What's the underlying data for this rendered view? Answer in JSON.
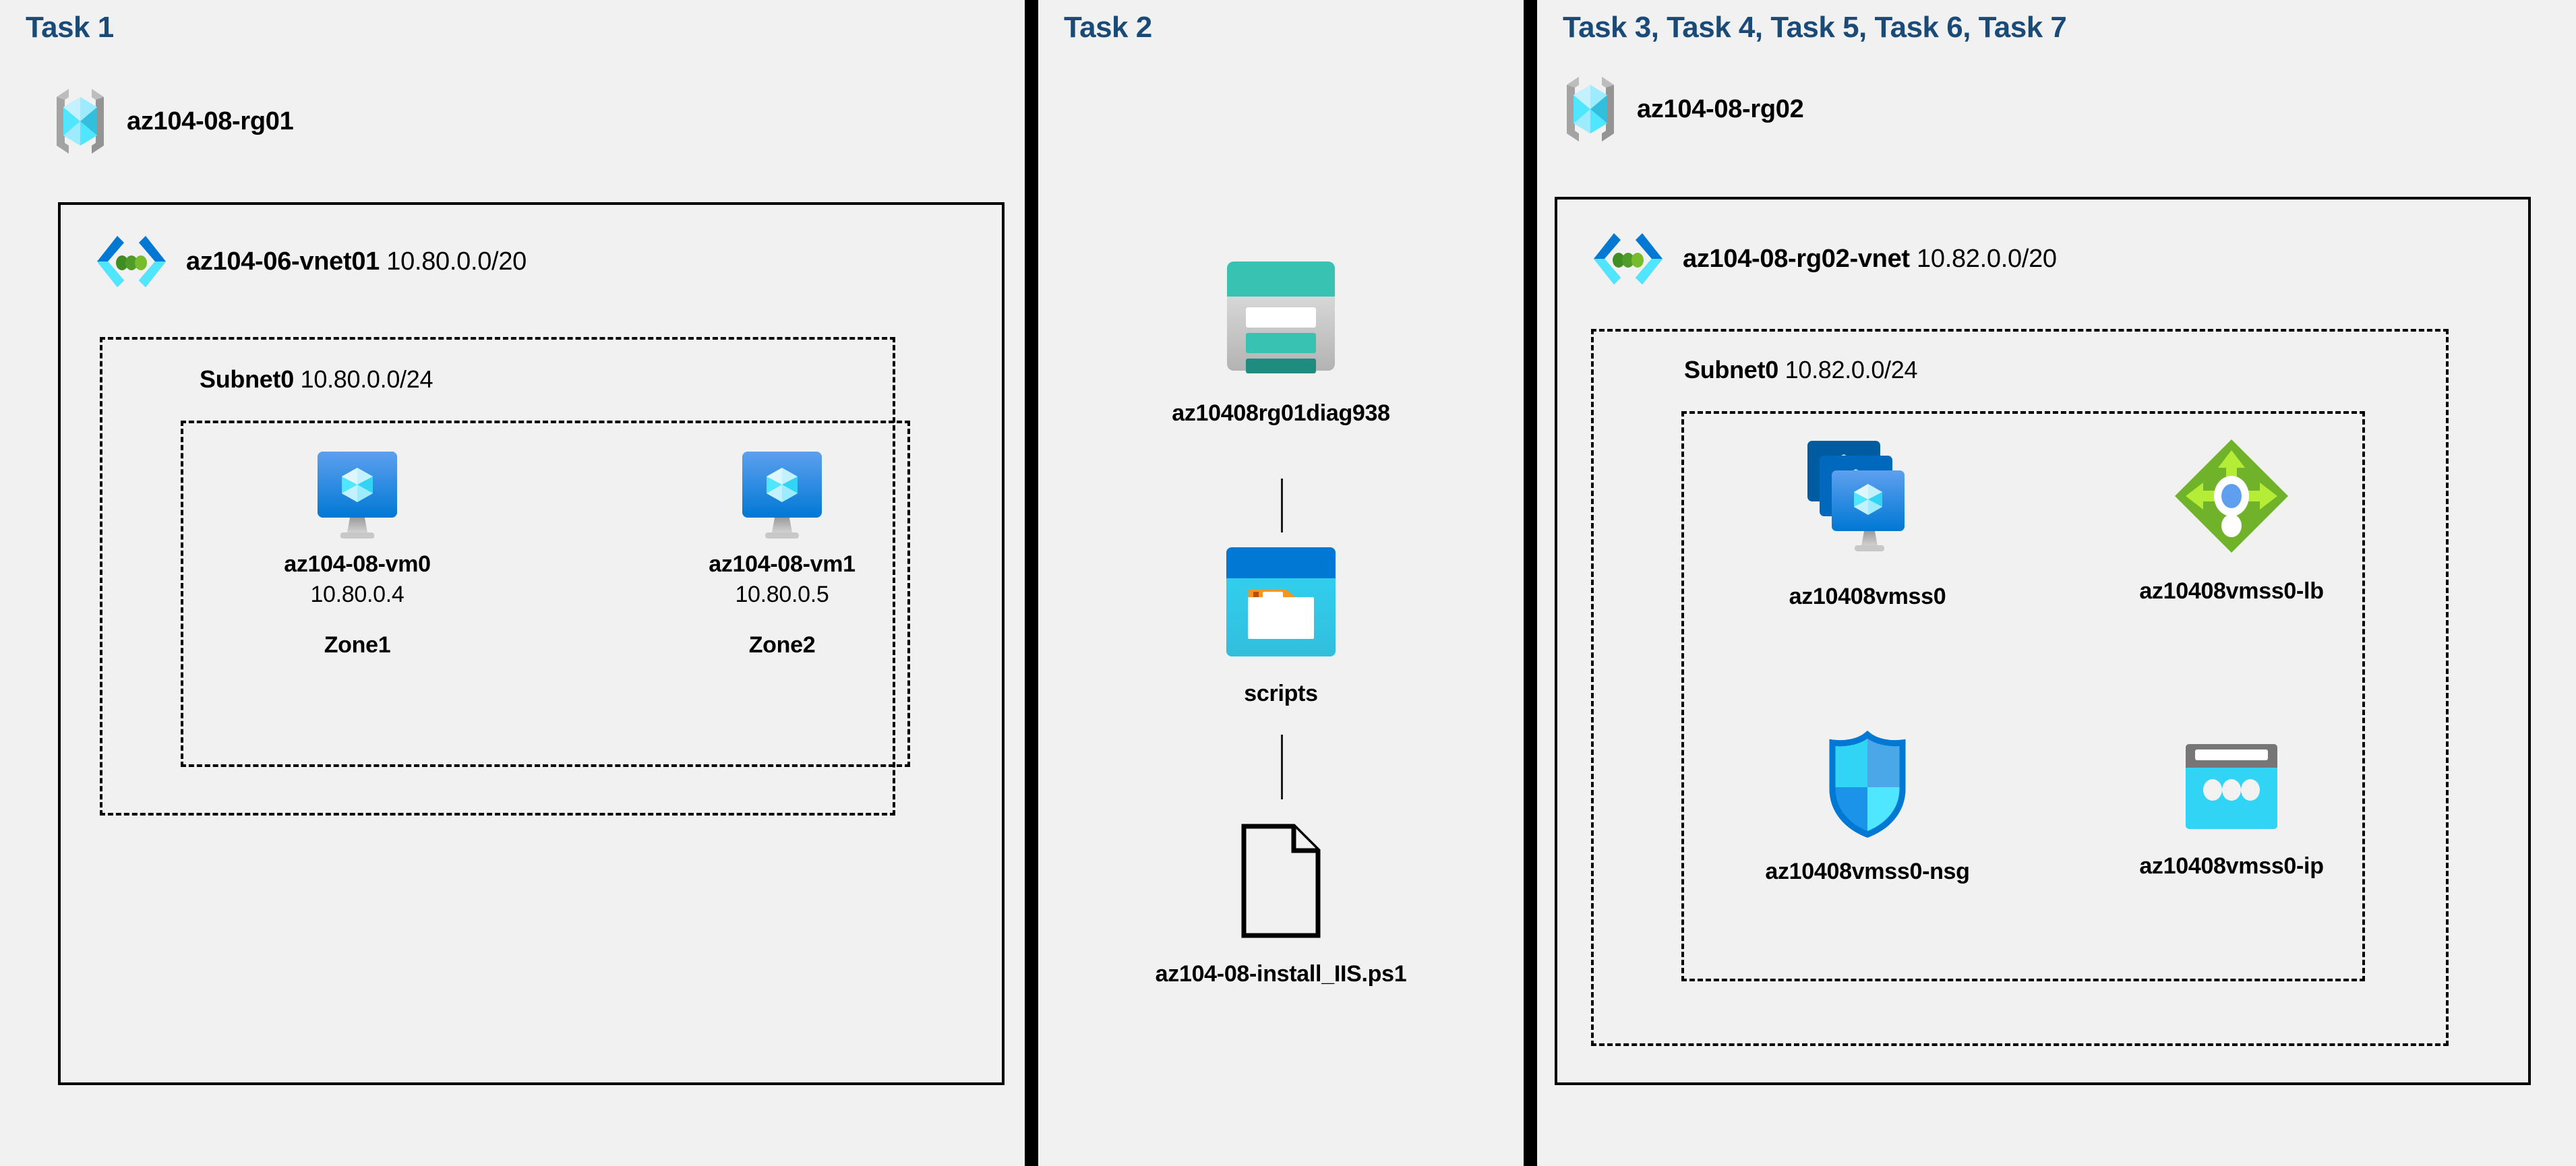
{
  "panels": [
    {
      "id": "task1",
      "title": "Task 1",
      "resource_group": {
        "name": "az104-08-rg01",
        "icon": "resource-group-icon"
      },
      "vnet": {
        "name": "az104-06-vnet01",
        "cidr": "10.80.0.0/20",
        "icon": "virtual-network-icon"
      },
      "subnet": {
        "name": "Subnet0",
        "cidr": "10.80.0.0/24"
      },
      "vms": [
        {
          "name": "az104-08-vm0",
          "ip": "10.80.0.4",
          "zone": "Zone1",
          "icon": "virtual-machine-icon"
        },
        {
          "name": "az104-08-vm1",
          "ip": "10.80.0.5",
          "zone": "Zone2",
          "icon": "virtual-machine-icon"
        }
      ]
    },
    {
      "id": "task2",
      "title": "Task 2",
      "nodes": [
        {
          "name": "az10408rg01diag938",
          "icon": "storage-account-icon"
        },
        {
          "name": "scripts",
          "icon": "blob-container-icon"
        },
        {
          "name": "az104-08-install_IIS.ps1",
          "icon": "file-icon"
        }
      ]
    },
    {
      "id": "task3",
      "title": "Task 3, Task 4, Task 5, Task 6, Task 7",
      "resource_group": {
        "name": "az104-08-rg02",
        "icon": "resource-group-icon"
      },
      "vnet": {
        "name": "az104-08-rg02-vnet",
        "cidr": "10.82.0.0/20",
        "icon": "virtual-network-icon"
      },
      "subnet": {
        "name": "Subnet0",
        "cidr": "10.82.0.0/24"
      },
      "resources": [
        {
          "name": "az10408vmss0",
          "icon": "vm-scale-set-icon"
        },
        {
          "name": "az10408vmss0-lb",
          "icon": "load-balancer-icon"
        },
        {
          "name": "az10408vmss0-nsg",
          "icon": "network-security-group-icon"
        },
        {
          "name": "az10408vmss0-ip",
          "icon": "public-ip-address-icon"
        }
      ]
    }
  ],
  "colors": {
    "title_blue": "#1a4a77",
    "panel_background": "#f1f1f1",
    "divider_black": "#000000",
    "azure_cyan": "#32d4f5",
    "azure_blue": "#0078d4",
    "storage_teal": "#37c2b1",
    "lb_green": "#76bc2d",
    "nsg_blue": "#0078d4"
  }
}
